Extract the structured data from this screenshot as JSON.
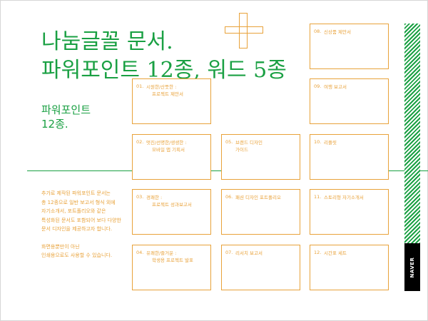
{
  "title_line1": "나눔글꼴 문서.",
  "title_line2": "파워포인트 12종, 워드 5종",
  "subtitle_line1": "파워포인트",
  "subtitle_line2": "12종.",
  "description": [
    "추가로 제작된 파워포인트 문서는",
    "총 12종으로 일반 보고서 형식 외에",
    "자기소개서, 포트폴리오와 같은",
    "특성화된 문서도 포함되어 보다 다양한",
    "문서 디자인을 제공하고자 합니다.",
    "",
    "화면용뿐만이 아닌",
    "인쇄용으로도 사용할 수 있습니다."
  ],
  "cards": [
    {
      "num": "01.",
      "lines": [
        "시원한/산뜻한 :",
        "프로젝트 제안서"
      ]
    },
    {
      "num": "02.",
      "lines": [
        "멋진/선명한/생생한 :",
        "모바일 앱 기획서"
      ]
    },
    {
      "num": "03.",
      "lines": [
        "경쾌한 :",
        "프로젝트 성과보고서"
      ]
    },
    {
      "num": "04.",
      "lines": [
        "유쾌한/즐거운 :",
        "학생용 프로젝트 발표"
      ]
    },
    {
      "num": "05.",
      "lines": [
        "브랜드 디자인",
        "가이드"
      ]
    },
    {
      "num": "06.",
      "lines": [
        "패션 디자인 포트폴리오"
      ]
    },
    {
      "num": "07.",
      "lines": [
        "리서치 보고서"
      ]
    },
    {
      "num": "08.",
      "lines": [
        "신상품 제안서"
      ]
    },
    {
      "num": "09.",
      "lines": [
        "여행 보고서"
      ]
    },
    {
      "num": "10.",
      "lines": [
        "리플릿"
      ]
    },
    {
      "num": "11.",
      "lines": [
        "스토리형 자기소개서"
      ]
    },
    {
      "num": "12.",
      "lines": [
        "시간표 세트"
      ]
    }
  ],
  "brand": "NAVER",
  "colors": {
    "accent_green": "#1aa043",
    "accent_orange": "#e8a23a"
  }
}
